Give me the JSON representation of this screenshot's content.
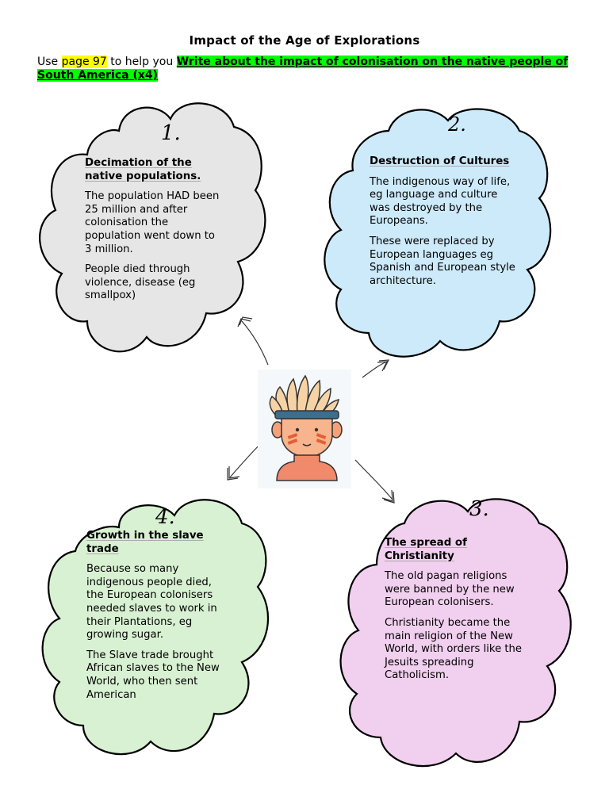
{
  "title": "Impact of the Age of Explorations",
  "instruction": {
    "prefix": "Use ",
    "page_ref": "page 97",
    "middle": " to help you ",
    "task": "Write about the impact of colonisation on the native people of South America (x4)"
  },
  "clouds": [
    {
      "number": "1.",
      "heading": "Decimation of the native populations.",
      "paragraphs": [
        "The population HAD been 25 million and after colonisation the population went down to 3 million.",
        "People died through violence, disease (eg smallpox)"
      ],
      "color": "#e6e6e6"
    },
    {
      "number": "2.",
      "heading": "Destruction of Cultures",
      "paragraphs": [
        "The indigenous way of life, eg language and culture was destroyed by the Europeans.",
        "These were replaced by European languages eg Spanish and European style architecture."
      ],
      "color": "#cdeafa"
    },
    {
      "number": "3.",
      "heading": "The spread of Christianity",
      "paragraphs": [
        "The old pagan religions were banned by the new European colonisers.",
        "Christianity became the main religion of the New World, with orders like the Jesuits spreading Catholicism."
      ],
      "color": "#f1cfee"
    },
    {
      "number": "4.",
      "heading": "Growth in the slave trade",
      "paragraphs": [
        "Because so many indigenous people died, the European colonisers needed slaves to work in their Plantations, eg growing sugar.",
        "The Slave trade brought African slaves to the New World, who then sent American"
      ],
      "color": "#d8f1d2"
    }
  ],
  "center_image": "native-person-headdress-icon"
}
